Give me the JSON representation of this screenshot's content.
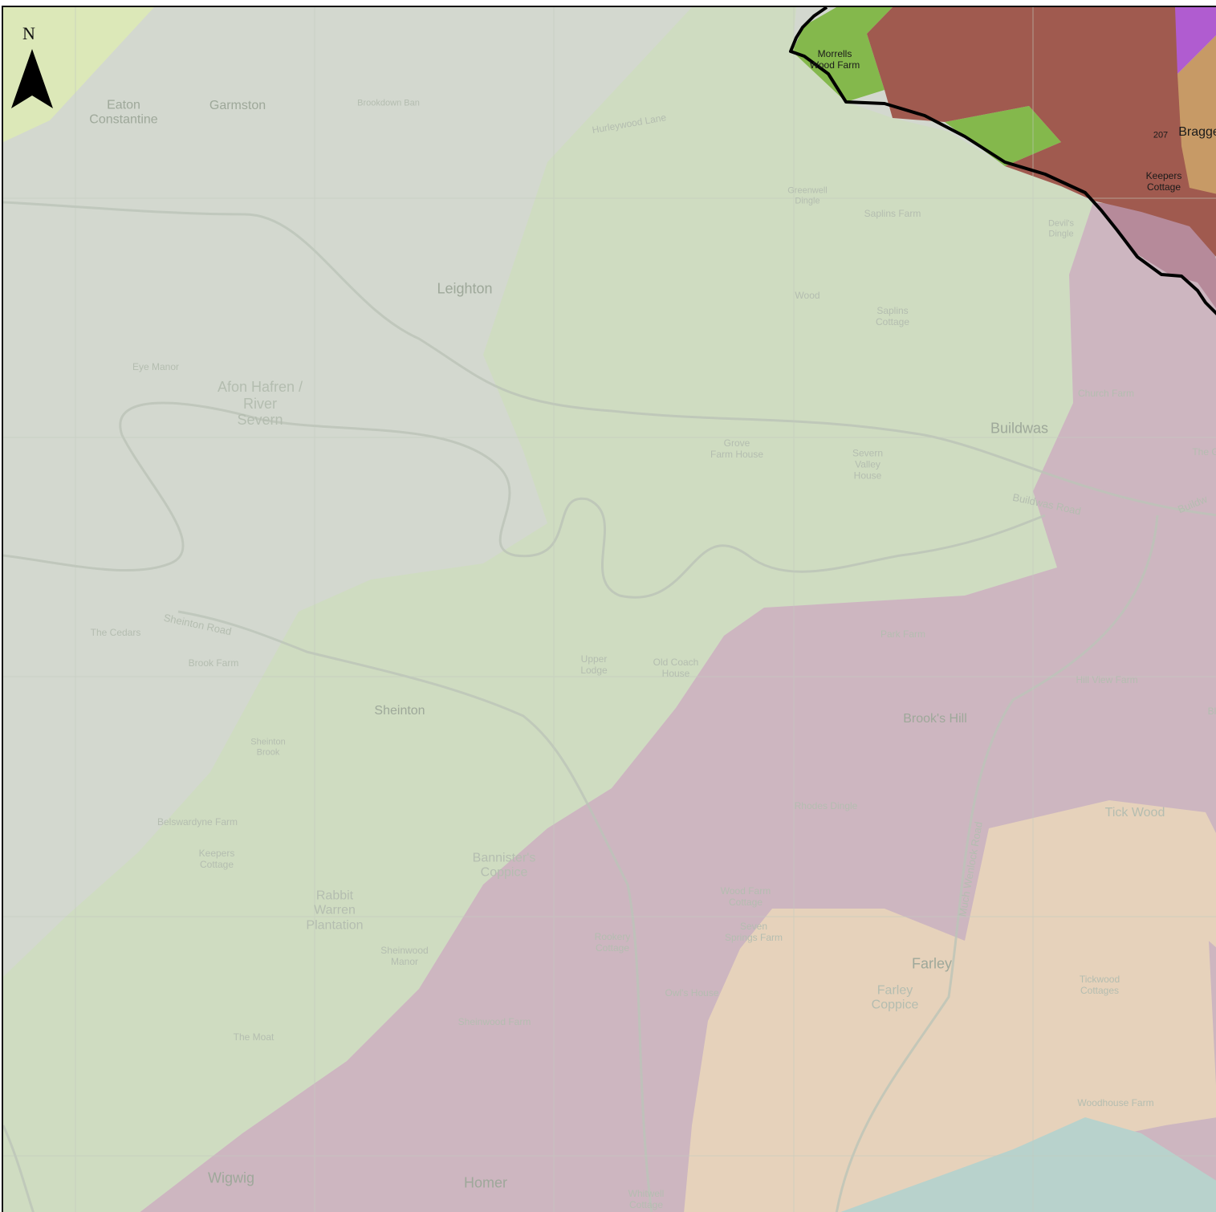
{
  "north_arrow": {
    "letter": "N"
  },
  "colors": {
    "base": "#d3d8cf",
    "zone_light_green": "#cfdcc1",
    "zone_yellow_green": "#dce8b8",
    "zone_pink": "#cdb6c0",
    "zone_peach": "#e6d2bb",
    "zone_teal": "#b8d2cc",
    "zone_dark_green": "#84b84c",
    "zone_brown": "#a05a4f",
    "zone_orange": "#c79a66",
    "zone_purple": "#b05cd0",
    "boundary": "#000000"
  },
  "labels": {
    "morrells_wood_farm": "Morrells\nWood Farm",
    "spot_height": "207",
    "bragge": "Bragge",
    "keepers_cottage_ne": "Keepers\nCottage",
    "eaton_constantine": "Eaton\nConstantine",
    "garmston": "Garmston",
    "brookdown_ban": "Brookdown Ban",
    "hungerwood_lane": "Hurleywood Lane",
    "leighton": "Leighton",
    "eye_manor": "Eye Manor",
    "afon_hafren": "Afon Hafren /\nRiver\nSevern",
    "greenwell_dingle": "Greenwell\nDingle",
    "saplins_farm": "Saplins Farm",
    "devils_dingle": "Devil's\nDingle",
    "saplins_cottage": "Saplins\nCottage",
    "church_farm": "Church Farm",
    "buildwas": "Buildwas",
    "grove_farm_house": "Grove\nFarm House",
    "severn_valley_house": "Severn\nValley\nHouse",
    "the_g": "The G",
    "buildwas_road": "Buildwas Road",
    "buildw": "Buildw",
    "the_cedars": "The Cedars",
    "sheinton_road": "Sheinton Road",
    "brook_farm": "Brook Farm",
    "park_farm": "Park Farm",
    "upper_lodge": "Upper\nLodge",
    "old_coach_house": "Old Coach\nHouse",
    "hill_view_farm": "Hill View Farm",
    "sheinton": "Sheinton",
    "brooks_hill": "Brook's Hill",
    "bl": "Bl",
    "sheinton_brook": "Sheinton\nBrook",
    "belswardyne_farm": "Belswardyne Farm",
    "rhodes_dingle": "Rhodes Dingle",
    "tick_wood": "Tick Wood",
    "keepers_cottage_w": "Keepers\nCottage",
    "bannisters_coppice": "Bannister's\nCoppice",
    "wood_farm_cottage": "Wood Farm\nCottage",
    "rabbit_warren_plantation": "Rabbit\nWarren\nPlantation",
    "much_wenlock_road": "Much Wenlock Road",
    "rookery_cottage": "Rookery\nCottage",
    "seven_springs_farm": "Seven\nSprings Farm",
    "sheinwood_manor": "Sheinwood\nManor",
    "farley": "Farley",
    "tickwood_cottages": "Tickwood\nCottages",
    "owls_house": "Owl's House",
    "farley_coppice": "Farley\nCoppice",
    "sheinwood_farm": "Sheinwood Farm",
    "the_moat": "The Moat",
    "woodhouse_farm": "Woodhouse Farm",
    "wigwig": "Wigwig",
    "homer": "Homer",
    "whitwell_cottage": "Whitwell\nCottage",
    "wood": "Wood"
  }
}
